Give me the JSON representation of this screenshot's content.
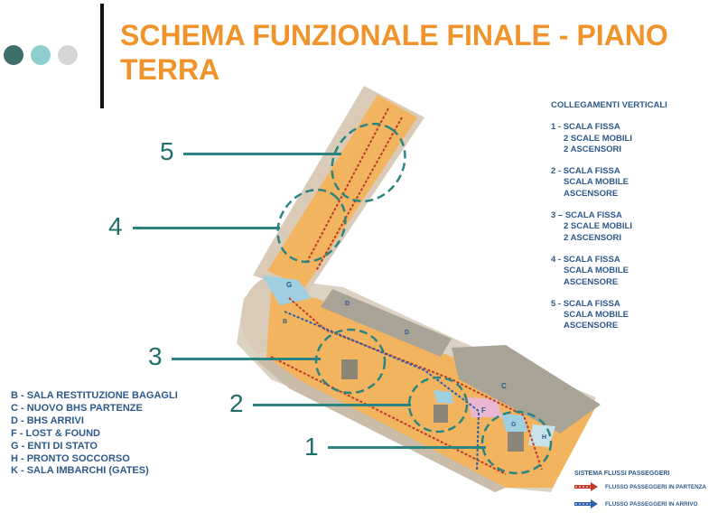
{
  "title": "SCHEMA FUNZIONALE FINALE  - PIANO TERRA",
  "colors": {
    "accent": "#f0932b",
    "teal": "#2a8580",
    "text_blue": "#2c5a8a",
    "dot1": "#3d6e6b",
    "dot2": "#8fcfd0",
    "dot3": "#d6d6d6"
  },
  "callouts": [
    "5",
    "4",
    "3",
    "2",
    "1"
  ],
  "vertical_connections": {
    "header": "COLLEGAMENTI VERTICALI",
    "items": [
      {
        "label": "1 - SCALA FISSA",
        "lines": [
          "2 SCALE MOBILI",
          "2 ASCENSORI"
        ]
      },
      {
        "label": "2 - SCALA FISSA",
        "lines": [
          "SCALA MOBILE",
          "ASCENSORE"
        ]
      },
      {
        "label": "3 – SCALA FISSA",
        "lines": [
          "2 SCALE MOBILI",
          "2 ASCENSORI"
        ]
      },
      {
        "label": "4 - SCALA FISSA",
        "lines": [
          "SCALA MOBILE",
          "ASCENSORE"
        ]
      },
      {
        "label": "5 - SCALA FISSA",
        "lines": [
          "SCALA MOBILE",
          "ASCENSORE"
        ]
      }
    ]
  },
  "legend": [
    "B - SALA RESTITUZIONE BAGAGLI",
    "C - NUOVO BHS PARTENZE",
    "D - BHS ARRIVI",
    "F - LOST & FOUND",
    "G - ENTI DI STATO",
    "H - PRONTO SOCCORSO",
    "K - SALA IMBARCHI (GATES)"
  ],
  "zone_letters": {
    "G": "G",
    "B": "B",
    "D": "D",
    "C": "C",
    "F": "F",
    "H": "H"
  },
  "flows": {
    "title": "SISTEMA FLUSSI PASSEGGERI",
    "departure": "FLUSSO PASSEGGERI IN PARTENZA",
    "arrival": "FLUSSO PASSEGGERI IN ARRIVO"
  }
}
